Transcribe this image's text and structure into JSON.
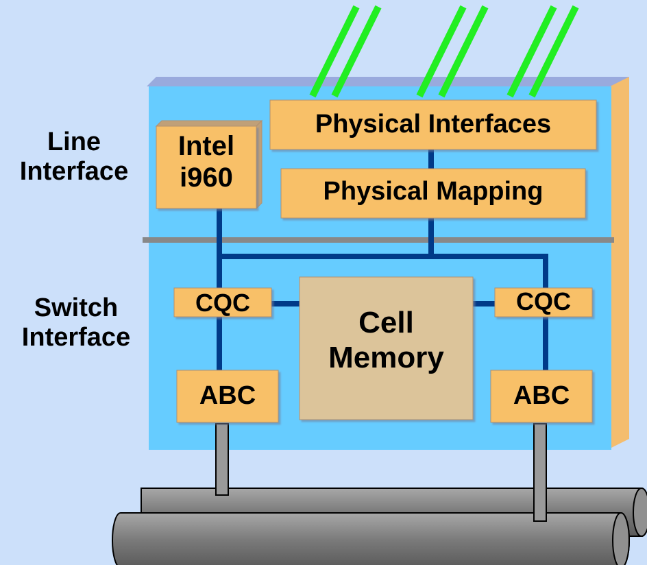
{
  "labels": {
    "line_interface": [
      "Line",
      "Interface"
    ],
    "switch_interface": [
      "Switch",
      "Interface"
    ]
  },
  "blocks": {
    "intel": [
      "Intel",
      "i960"
    ],
    "physical_interfaces": "Physical Interfaces",
    "physical_mapping": "Physical Mapping",
    "cqc_left": "CQC",
    "cqc_right": "CQC",
    "abc_left": "ABC",
    "abc_right": "ABC",
    "cell_memory": [
      "Cell",
      "Memory"
    ]
  },
  "colors": {
    "background": "#cce0fa",
    "board": "#66ccff",
    "board_top_edge": "#99aadd",
    "board_side_edge": "#f4bd6e",
    "block_fill": "#f8c068",
    "memory_fill": "#dcc49a",
    "bus_line": "#003a88",
    "divider": "#888888",
    "line_cables": "#22ee22",
    "pipes": "#808080"
  }
}
